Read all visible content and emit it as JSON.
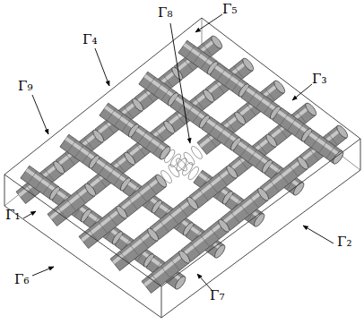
{
  "diagram": {
    "labels": [
      "Γ₈",
      "Γ₅",
      "Γ₄",
      "Γ₃",
      "Γ₉",
      "Γ₁",
      "Γ₂",
      "Γ₆",
      "Γ₇"
    ]
  }
}
